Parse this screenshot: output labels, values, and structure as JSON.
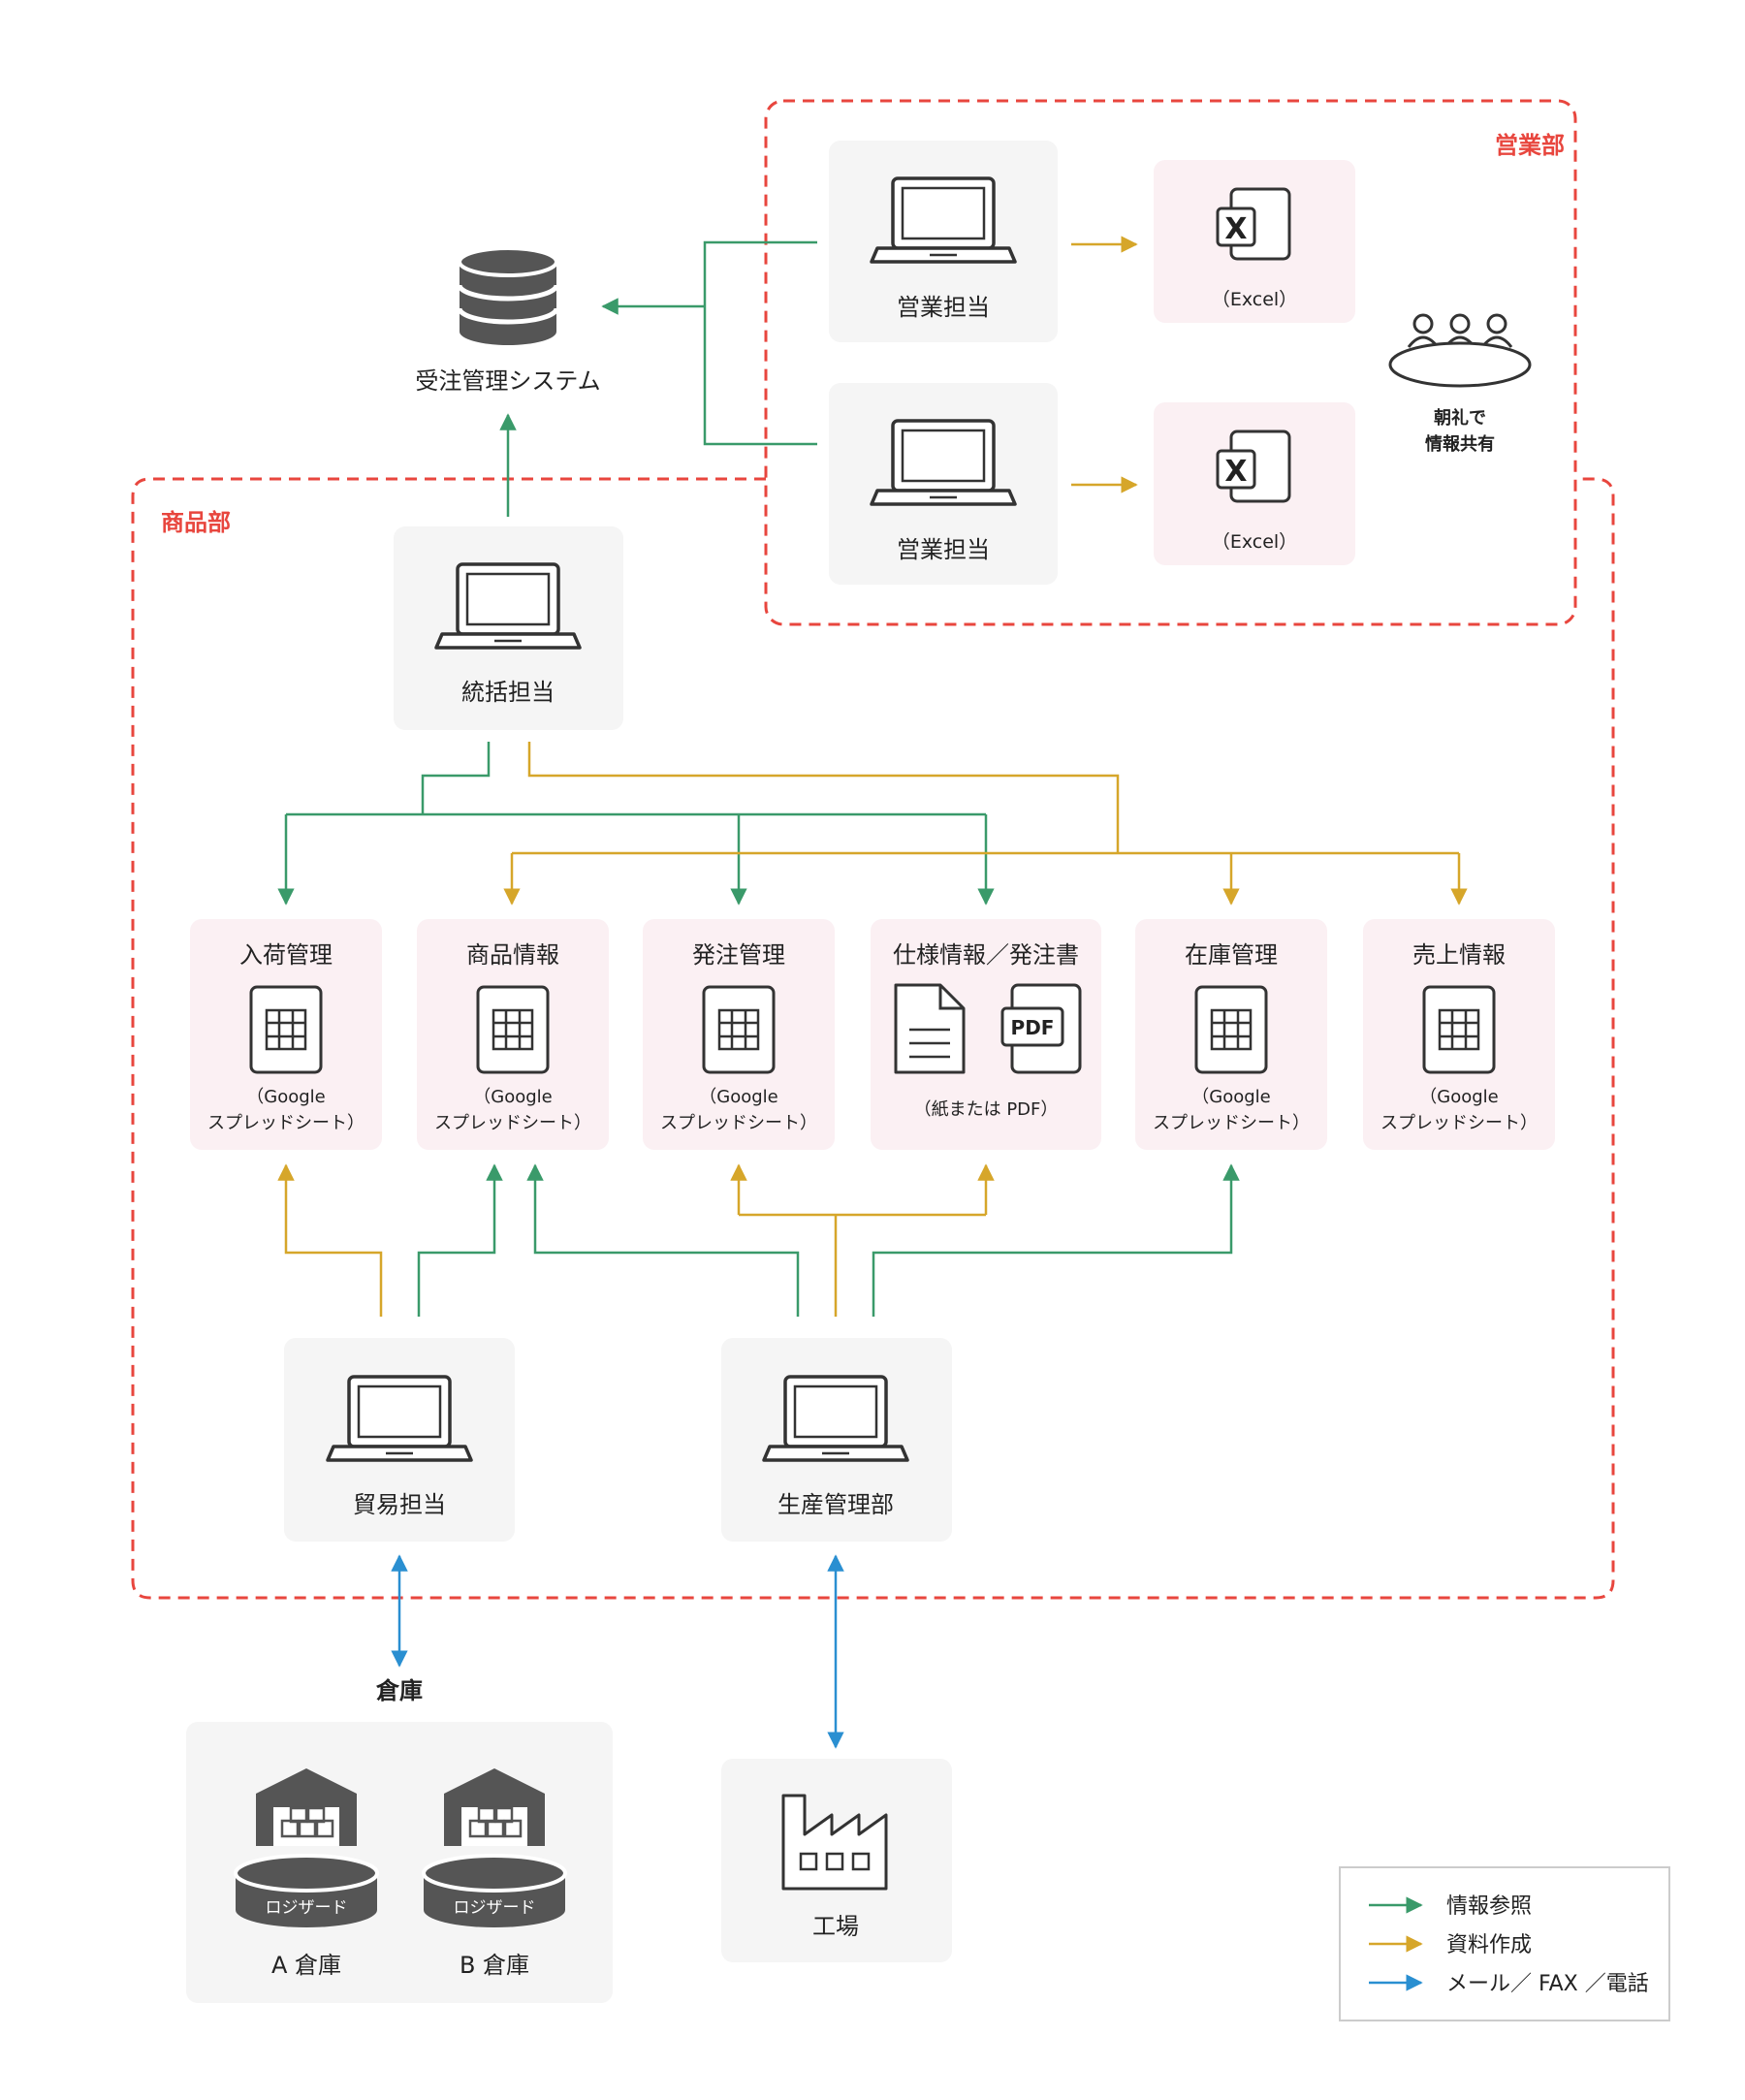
{
  "colors": {
    "green": "#3a9a6a",
    "gold": "#d6a62a",
    "blue": "#2a8fd1",
    "red_dashed": "#e8463e",
    "card_gray": "#f5f5f5",
    "card_pink": "#fbf0f3",
    "icon_dark": "#333333",
    "db_dark": "#555555"
  },
  "groups": {
    "sales": "営業部",
    "product": "商品部"
  },
  "nodes": {
    "order_system": "受注管理システム",
    "sales_rep_1": "営業担当",
    "sales_rep_2": "営業担当",
    "excel_1": "（Excel）",
    "excel_2": "（Excel）",
    "morning_meeting_line1": "朝礼で",
    "morning_meeting_line2": "情報共有",
    "supervisor": "統括担当",
    "trade": "貿易担当",
    "production": "生産管理部",
    "warehouse_title": "倉庫",
    "warehouse_a": "A 倉庫",
    "warehouse_b": "B 倉庫",
    "logizard_a": "ロジザード",
    "logizard_b": "ロジザード",
    "factory": "工場"
  },
  "docs": [
    {
      "title": "入荷管理",
      "line1": "（Google",
      "line2": "スプレッドシート）"
    },
    {
      "title": "商品情報",
      "line1": "（Google",
      "line2": "スプレッドシート）"
    },
    {
      "title": "発注管理",
      "line1": "（Google",
      "line2": "スプレッドシート）"
    },
    {
      "title": "仕様情報／発注書",
      "line1": "（紙または PDF）",
      "pdf_label": "PDF"
    },
    {
      "title": "在庫管理",
      "line1": "（Google",
      "line2": "スプレッドシート）"
    },
    {
      "title": "売上情報",
      "line1": "（Google",
      "line2": "スプレッドシート）"
    }
  ],
  "legend": [
    {
      "label": "情報参照",
      "color": "#3a9a6a"
    },
    {
      "label": "資料作成",
      "color": "#d6a62a"
    },
    {
      "label": "メール／ FAX ／電話",
      "color": "#2a8fd1"
    }
  ],
  "icons": {
    "excel_glyph": "X"
  }
}
